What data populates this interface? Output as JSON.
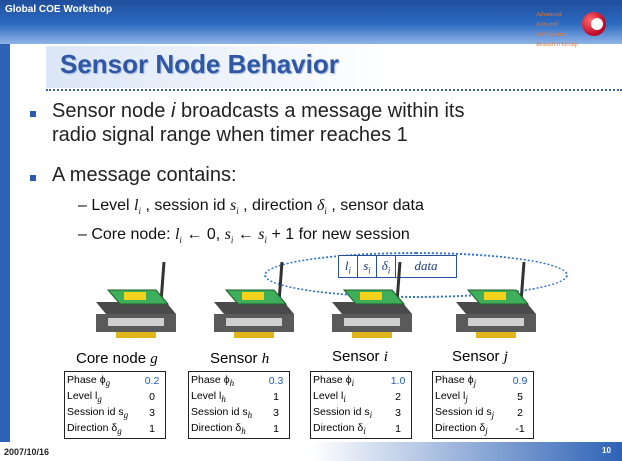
{
  "header": {
    "workshop": "Global COE Workshop",
    "logo_lines": [
      "Advanced",
      "Network",
      "Architecture",
      "Research Group"
    ]
  },
  "title": "Sensor Node Behavior",
  "bullets": {
    "b1_a": "Sensor node ",
    "b1_i": "i",
    "b1_b": " broadcasts a message within its",
    "b1_line2": "radio signal range when timer reaches 1",
    "b2": "A message contains:",
    "sub1": {
      "dash": "– ",
      "t1": "Level ",
      "l": "l",
      "s1": "i",
      "t2": " , session id ",
      "s": "s",
      "s2": "i",
      "t3": " , direction ",
      "d": "δ",
      "s3": "i",
      "t4": " , sensor data"
    },
    "sub2": {
      "dash": "– ",
      "t1": "Core node: ",
      "l": "l",
      "s1": "i",
      "t2": " ← 0, ",
      "s": "s",
      "s2": "i",
      "t3": " ← ",
      "s_b": "s",
      "s3": "i",
      "t4": " + 1 for new session"
    }
  },
  "message": {
    "fields": [
      "l",
      "s",
      "δ",
      "data"
    ],
    "subs": [
      "i",
      "i",
      "i",
      ""
    ]
  },
  "nodes": [
    {
      "label_a": "Core node ",
      "label_v": "g"
    },
    {
      "label_a": "Sensor ",
      "label_v": "h"
    },
    {
      "label_a": "Sensor ",
      "label_v": "i"
    },
    {
      "label_a": "Sensor ",
      "label_v": "j"
    }
  ],
  "tables": [
    {
      "rows": [
        [
          "Phase ϕ",
          "g",
          "0.2"
        ],
        [
          "Level l",
          "g",
          "0"
        ],
        [
          "Session id s",
          "g",
          "3"
        ],
        [
          "Direction δ",
          "g",
          "1"
        ]
      ]
    },
    {
      "rows": [
        [
          "Phase ϕ",
          "h",
          "0.3"
        ],
        [
          "Level l",
          "h",
          "1"
        ],
        [
          "Session id s",
          "h",
          "3"
        ],
        [
          "Direction δ",
          "h",
          "1"
        ]
      ]
    },
    {
      "rows": [
        [
          "Phase ϕ",
          "i",
          "1.0"
        ],
        [
          "Level l",
          "i",
          "2"
        ],
        [
          "Session id s",
          "i",
          "3"
        ],
        [
          "Direction δ",
          "i",
          "1"
        ]
      ]
    },
    {
      "rows": [
        [
          "Phase ϕ",
          "j",
          "0.9"
        ],
        [
          "Level l",
          "j",
          "5"
        ],
        [
          "Session id s",
          "j",
          "2"
        ],
        [
          "Direction δ",
          "j",
          "-1"
        ]
      ]
    }
  ],
  "footer": {
    "date": "2007/10/16",
    "page": "10"
  },
  "colors": {
    "accent": "#2f57a3",
    "phase_value": "#1f5bbd"
  }
}
